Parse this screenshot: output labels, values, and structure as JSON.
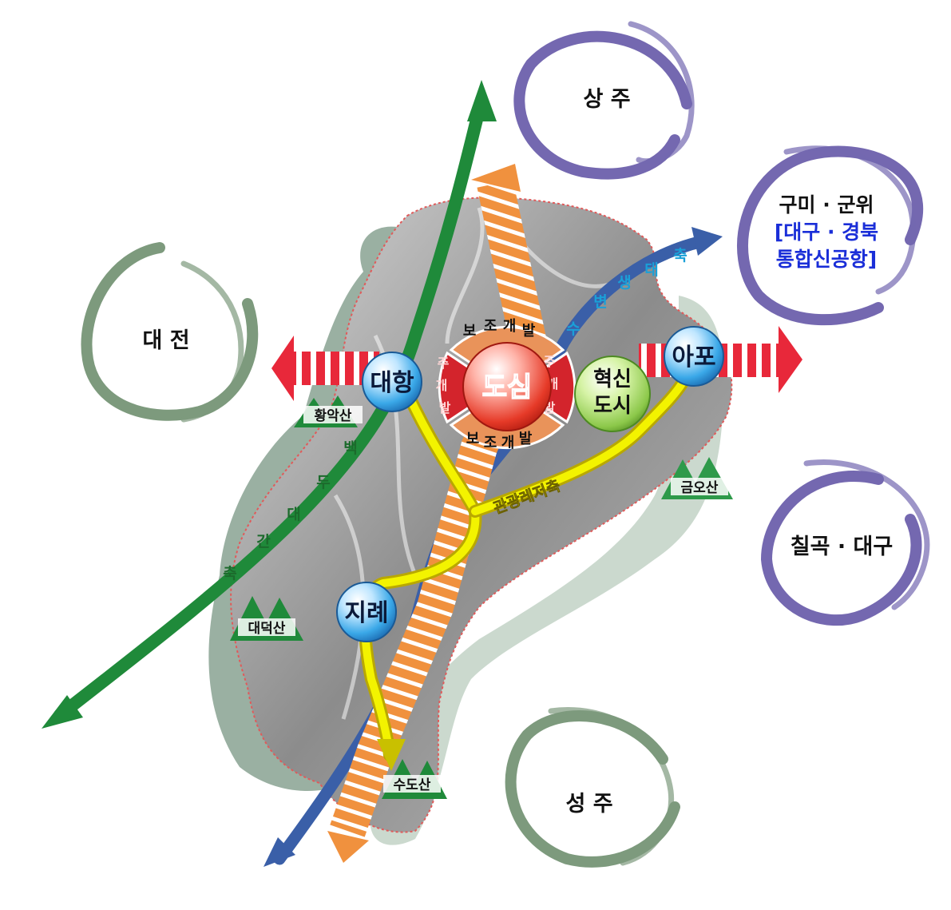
{
  "regions": {
    "sangju": "상 주",
    "daejeon": "대 전",
    "gumi_line1": "구미 · 군위",
    "gumi_line2": "[대구 · 경북",
    "gumi_line3": "통합신공항]",
    "chilgok": "칠곡 · 대구",
    "seongju": "성 주"
  },
  "nodes": {
    "downtown": "도심",
    "daehang": "대항",
    "apo": "아포",
    "jirye": "지례",
    "innovation_line1": "혁신",
    "innovation_line2": "도시"
  },
  "ring": {
    "top": [
      "보",
      "조",
      "개",
      "발"
    ],
    "bottom": [
      "보",
      "조",
      "개",
      "발"
    ],
    "left": [
      "주",
      "개",
      "발"
    ],
    "right": [
      "주",
      "개",
      "발"
    ]
  },
  "mountains": {
    "hwangak": "황악산",
    "geumo": "금오산",
    "daedeok": "대덕산",
    "sudo": "수도산"
  },
  "axes": {
    "baekdu": [
      "백",
      "두",
      "대",
      "간",
      "축"
    ],
    "ecology": [
      "수",
      "변",
      "생",
      "태",
      "축"
    ],
    "tourism": "관광레저축"
  },
  "colors": {
    "green_axis": "#1f8a3a",
    "blue_axis": "#3a5fa8",
    "yellow_axis": "#e6e600",
    "red_arrow": "#e8283a",
    "orange_arrow": "#f0913e",
    "purple_swirl": "#7468b0",
    "green_swirl": "#7d9a7d"
  }
}
